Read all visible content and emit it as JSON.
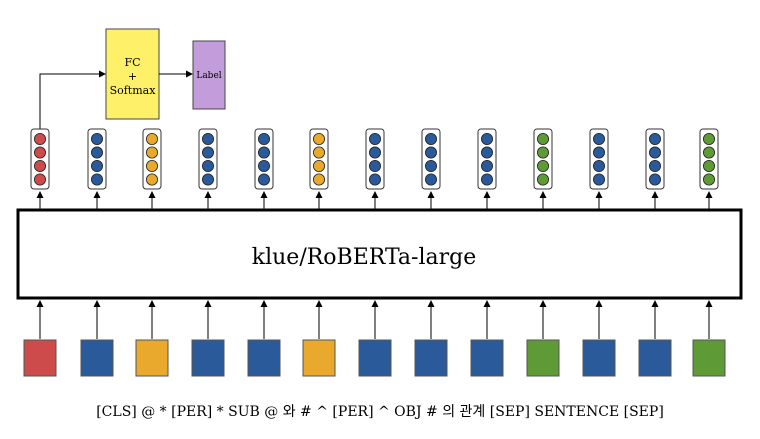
{
  "model": {
    "name": "klue/RoBERTa-large"
  },
  "head": {
    "fc_line1": "FC",
    "fc_line2": "+",
    "fc_line3": "Softmax",
    "label": "Label"
  },
  "colors": {
    "red": "#cd4b4b",
    "blue": "#2b5a9a",
    "orange": "#e8a92c",
    "green": "#5e9a35",
    "fc_fill": "#fff06a",
    "label_fill": "#c39ddb",
    "stroke": "#000000"
  },
  "tokens": [
    {
      "color": "red"
    },
    {
      "color": "blue"
    },
    {
      "color": "orange"
    },
    {
      "color": "blue"
    },
    {
      "color": "blue"
    },
    {
      "color": "orange"
    },
    {
      "color": "blue"
    },
    {
      "color": "blue"
    },
    {
      "color": "blue"
    },
    {
      "color": "green"
    },
    {
      "color": "blue"
    },
    {
      "color": "blue"
    },
    {
      "color": "green"
    }
  ],
  "input_sequence": [
    "[CLS]",
    "@",
    "*",
    "[PER]",
    "*",
    "SUB",
    "@",
    "와",
    "#",
    "^",
    "[PER]",
    "^",
    "OBJ",
    "#",
    "의",
    "관계",
    "[SEP]",
    "SENTENCE",
    "[SEP]"
  ]
}
